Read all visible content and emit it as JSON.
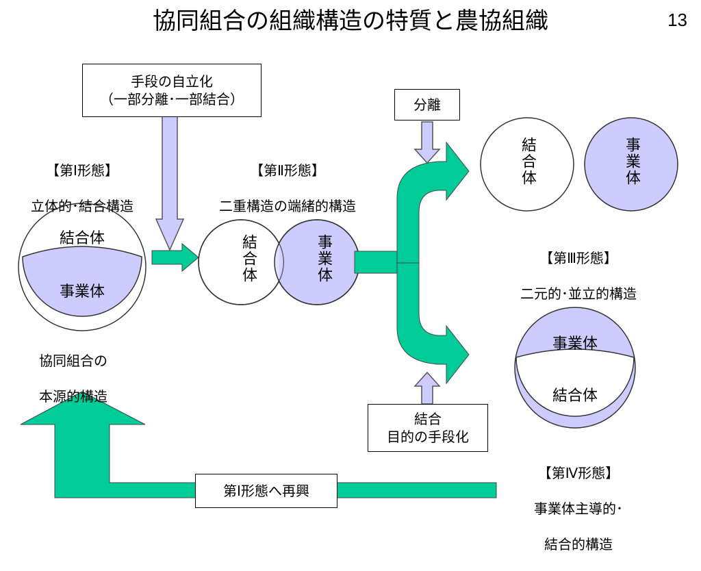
{
  "title": "協同組合の組織構造の特質と農協組織",
  "page_number": "13",
  "boxes": {
    "autonomy_title": "手段の自立化",
    "autonomy_sub": "（一部分離･一部結合）",
    "separation": "分離",
    "combination_l1": "結合",
    "combination_l2": "目的の手段化",
    "revival": "第Ⅰ形態へ再興"
  },
  "forms": {
    "form1_title": "【第Ⅰ形態】",
    "form1_desc": "立体的･結合構造",
    "form2_title": "【第Ⅱ形態】",
    "form2_desc": "二重構造の端緒的構造",
    "form3_title": "【第Ⅲ形態】",
    "form3_desc": "二元的･並立的構造",
    "form4_title": "【第Ⅳ形態】",
    "form4_desc1": "事業体主導的･",
    "form4_desc2": "結合的構造"
  },
  "entities": {
    "association": "結合体",
    "enterprise": "事業体"
  },
  "origin_l1": "協同組合の",
  "origin_l2": "本源的構造",
  "colors": {
    "green": "#00cc99",
    "lavender": "#ccccff",
    "arrow_line": "#555555"
  }
}
